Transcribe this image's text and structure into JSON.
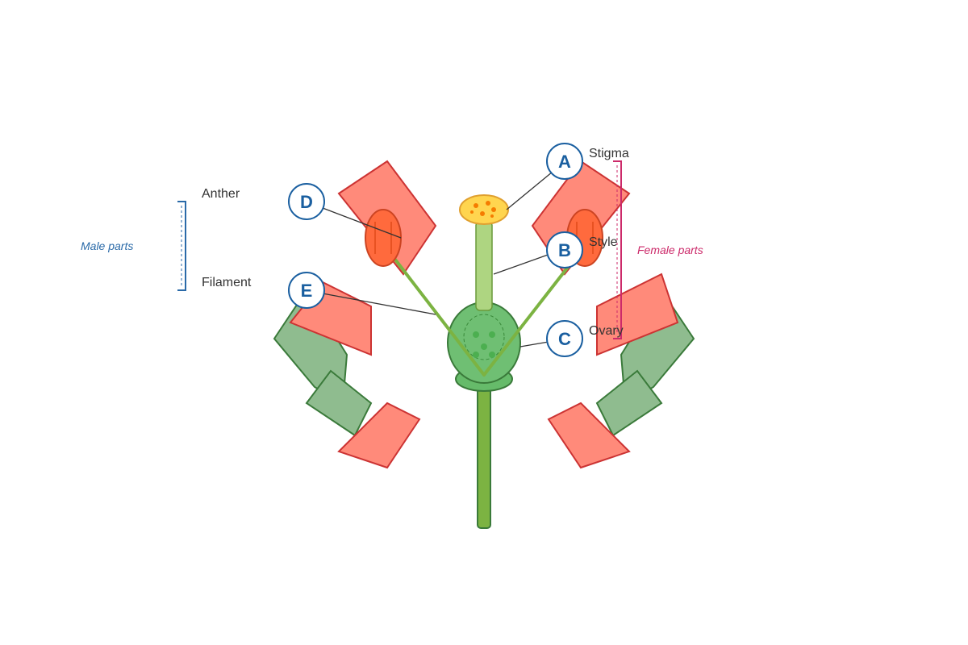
{
  "diagram": {
    "colors": {
      "petal": "#ff8a7a",
      "petal_stroke": "#cc3333",
      "sepal": "#8fbc8f",
      "sepal_stroke": "#3a7a3a",
      "anther": "#ff6a3d",
      "anther_stroke": "#cc4422",
      "filament": "#7cb342",
      "stigma": "#ffd54f",
      "stigma_stroke": "#e0a030",
      "style": "#aed581",
      "ovary": "#6fbf73",
      "stem": "#7cb342",
      "badge": "#1a5fa0",
      "male": "#2a6aa8",
      "female": "#cc2a6a"
    },
    "parts": {
      "stigma": {
        "letter": "A",
        "label": "Stigma"
      },
      "style": {
        "letter": "B",
        "label": "Style"
      },
      "ovary": {
        "letter": "C",
        "label": "Ovary"
      },
      "anther": {
        "letter": "D",
        "label": "Anther"
      },
      "filament": {
        "letter": "E",
        "label": "Filament"
      }
    },
    "groups": {
      "male": "Male parts",
      "female": "Female parts"
    }
  }
}
